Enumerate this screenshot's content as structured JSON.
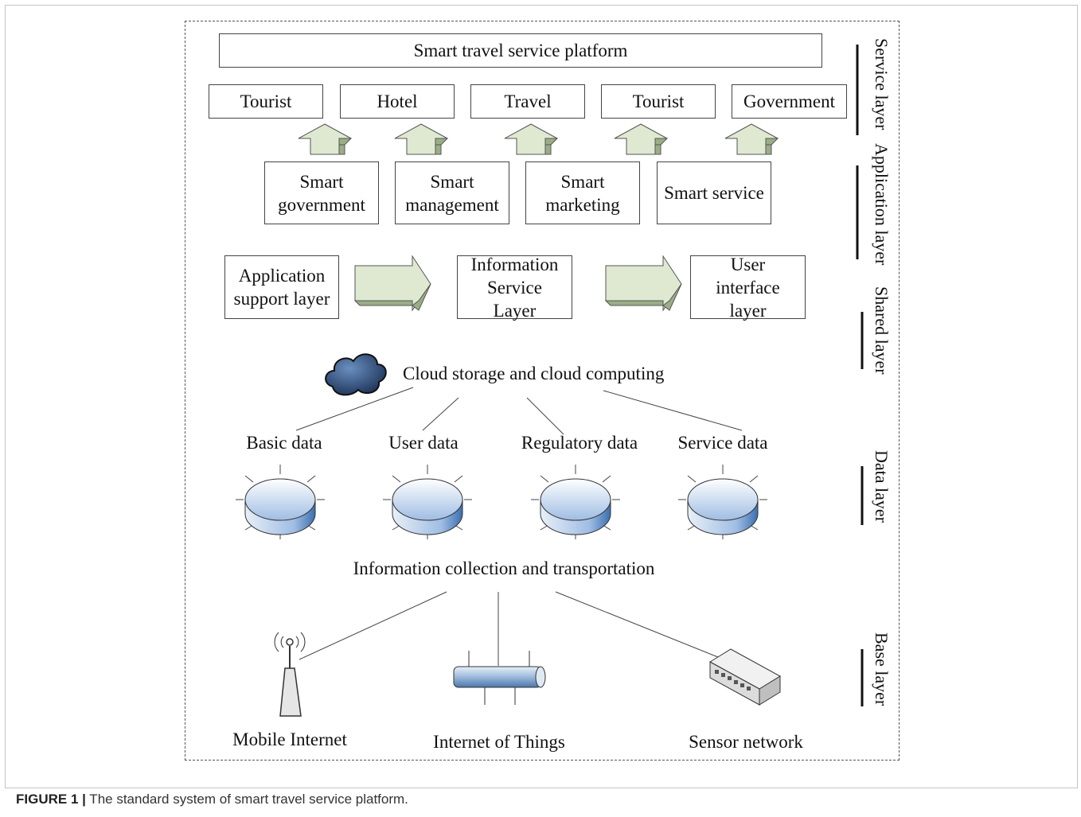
{
  "platform": {
    "title": "Smart travel service platform"
  },
  "stakeholders": [
    "Tourist",
    "Hotel",
    "Travel",
    "Tourist",
    "Government"
  ],
  "smart_apps": [
    "Smart\ngovernment",
    "Smart\nmanagement",
    "Smart\nmarketing",
    "Smart service"
  ],
  "shared": {
    "app_support": "Application\nsupport layer",
    "info_service": "Information\nService\nLayer",
    "user_interface": "User\ninterface\nlayer"
  },
  "cloud": {
    "label": "Cloud storage and cloud computing"
  },
  "data_labels": [
    "Basic data",
    "User data",
    "Regulatory data",
    "Service data"
  ],
  "info_collection": "Information collection and transportation",
  "base": {
    "mobile": "Mobile Internet",
    "iot": "Internet of Things",
    "sensor": "Sensor network"
  },
  "layers": {
    "service": "Service layer",
    "application": "Application layer",
    "shared": "Shared layer",
    "data": "Data layer",
    "base": "Base layer"
  },
  "caption": {
    "prefix": "FIGURE 1 |",
    "text": " The standard system of smart travel service platform."
  },
  "colors": {
    "arrow_fill": "#dfe9d2",
    "arrow_side": "#9aae86",
    "db_top": "#c6d9f1",
    "db_side": "#4a7ebb",
    "cloud": "#2b4a7a"
  }
}
